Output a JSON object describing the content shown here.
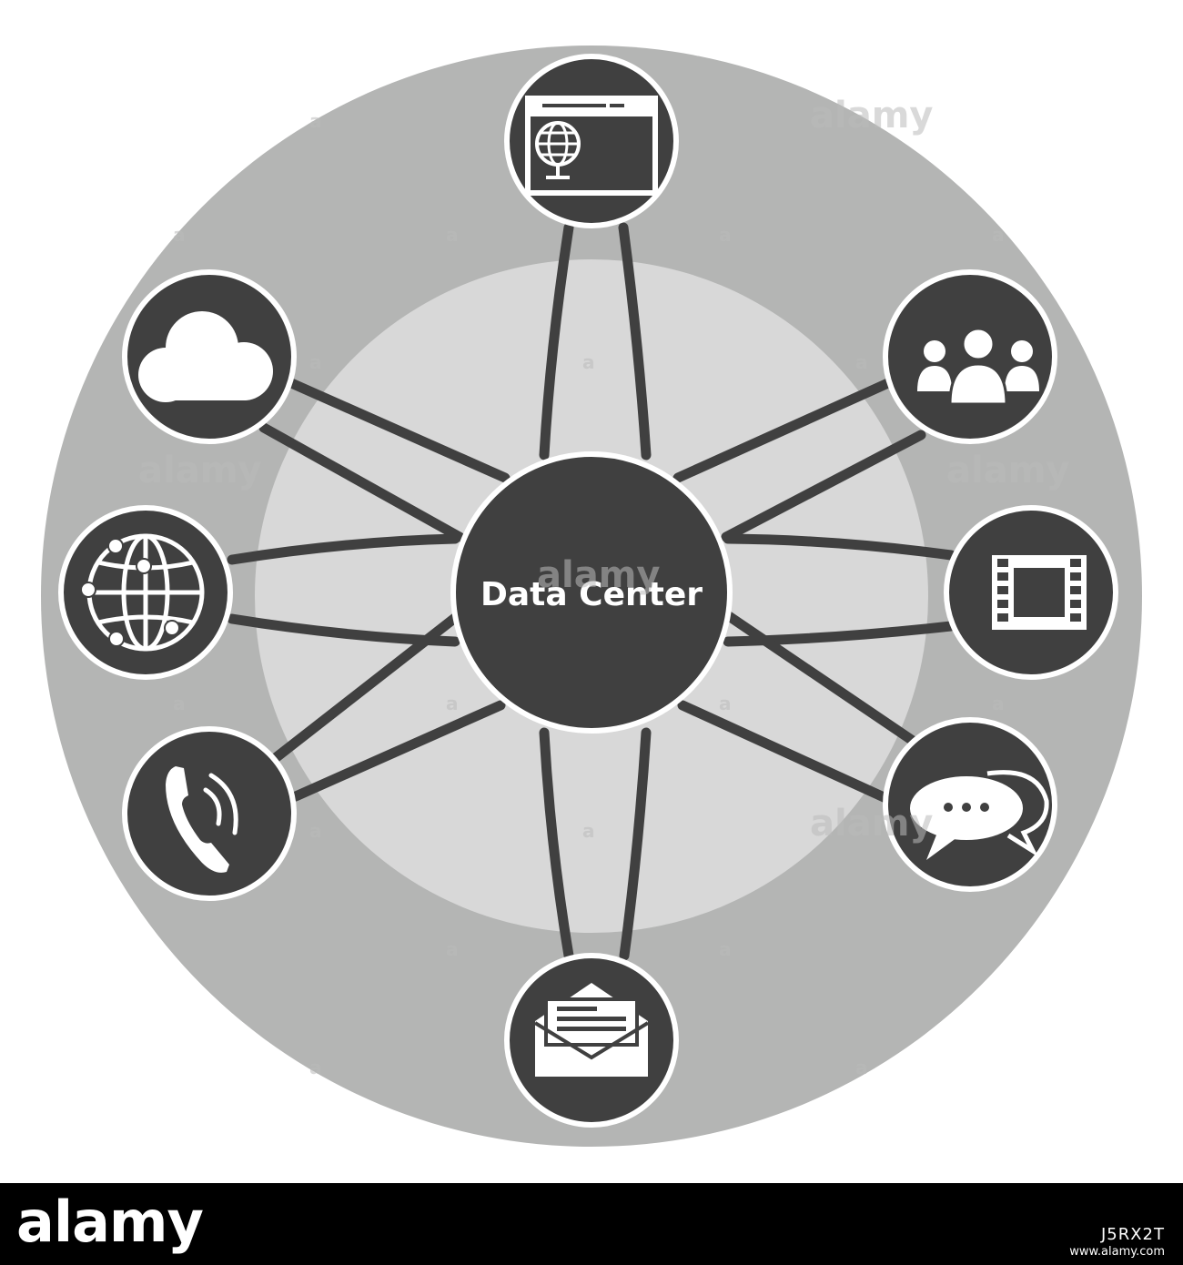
{
  "center": {
    "label": "Data Center"
  },
  "nodes": [
    {
      "id": "web-browser",
      "icon": "web-browser-icon"
    },
    {
      "id": "users",
      "icon": "users-group-icon"
    },
    {
      "id": "video",
      "icon": "film-strip-icon"
    },
    {
      "id": "chat",
      "icon": "chat-bubbles-icon"
    },
    {
      "id": "email",
      "icon": "envelope-icon"
    },
    {
      "id": "phone",
      "icon": "phone-icon"
    },
    {
      "id": "network",
      "icon": "network-globe-icon"
    },
    {
      "id": "cloud",
      "icon": "cloud-icon"
    }
  ],
  "colors": {
    "outer_ring": "#b4b5b4",
    "inner_disc": "#d8d8d8",
    "node_fill": "#404040",
    "stroke_white": "#ffffff",
    "line_color": "#404040"
  },
  "watermark": {
    "text": "alamy",
    "short": "a"
  },
  "footer": {
    "logo": "alamy",
    "image_id": "J5RX2T",
    "url": "www.alamy.com"
  }
}
